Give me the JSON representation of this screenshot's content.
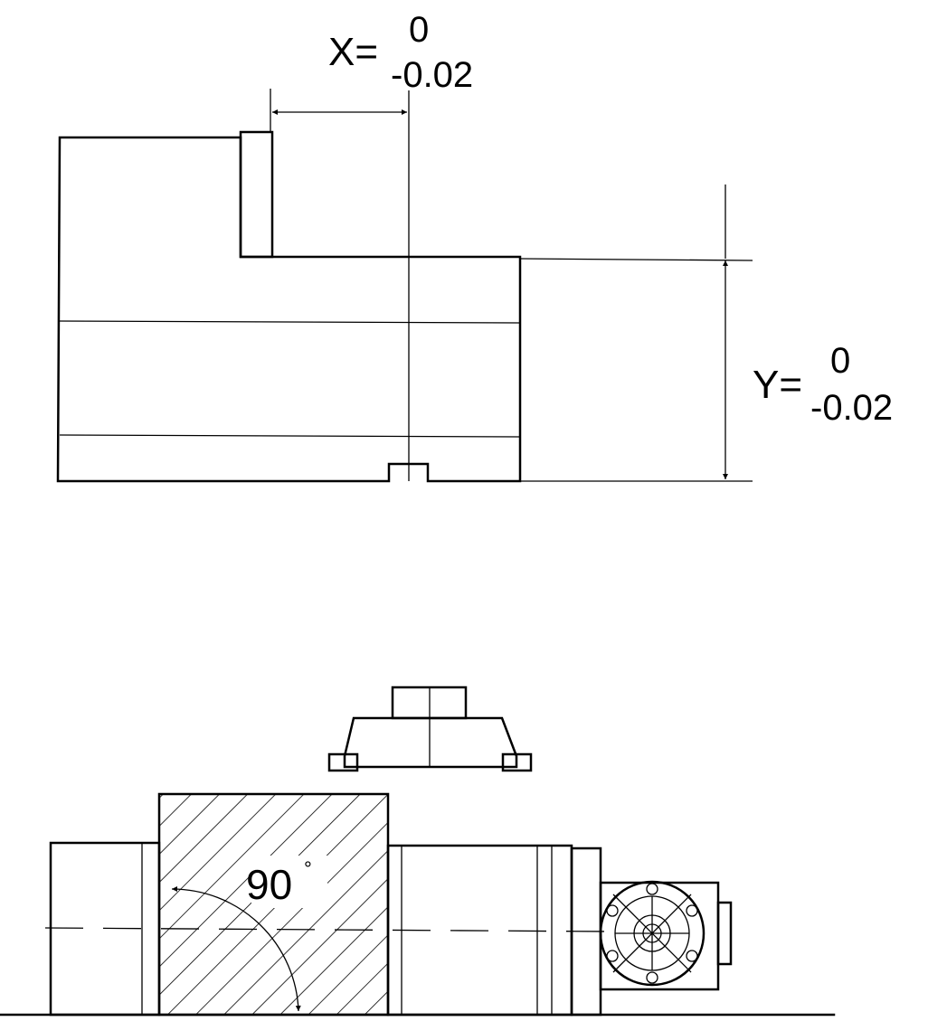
{
  "dimensions": {
    "x": {
      "label": "X=",
      "upper": "0",
      "lower": "-0.02"
    },
    "y": {
      "label": "Y=",
      "upper": "0",
      "lower": "-0.02"
    }
  },
  "angle": {
    "value": "90",
    "unit": "°"
  },
  "colors": {
    "line": "#000000",
    "background": "#ffffff"
  },
  "icons": {
    "round_flange": "flange-icon",
    "hatch": "section-hatch"
  }
}
